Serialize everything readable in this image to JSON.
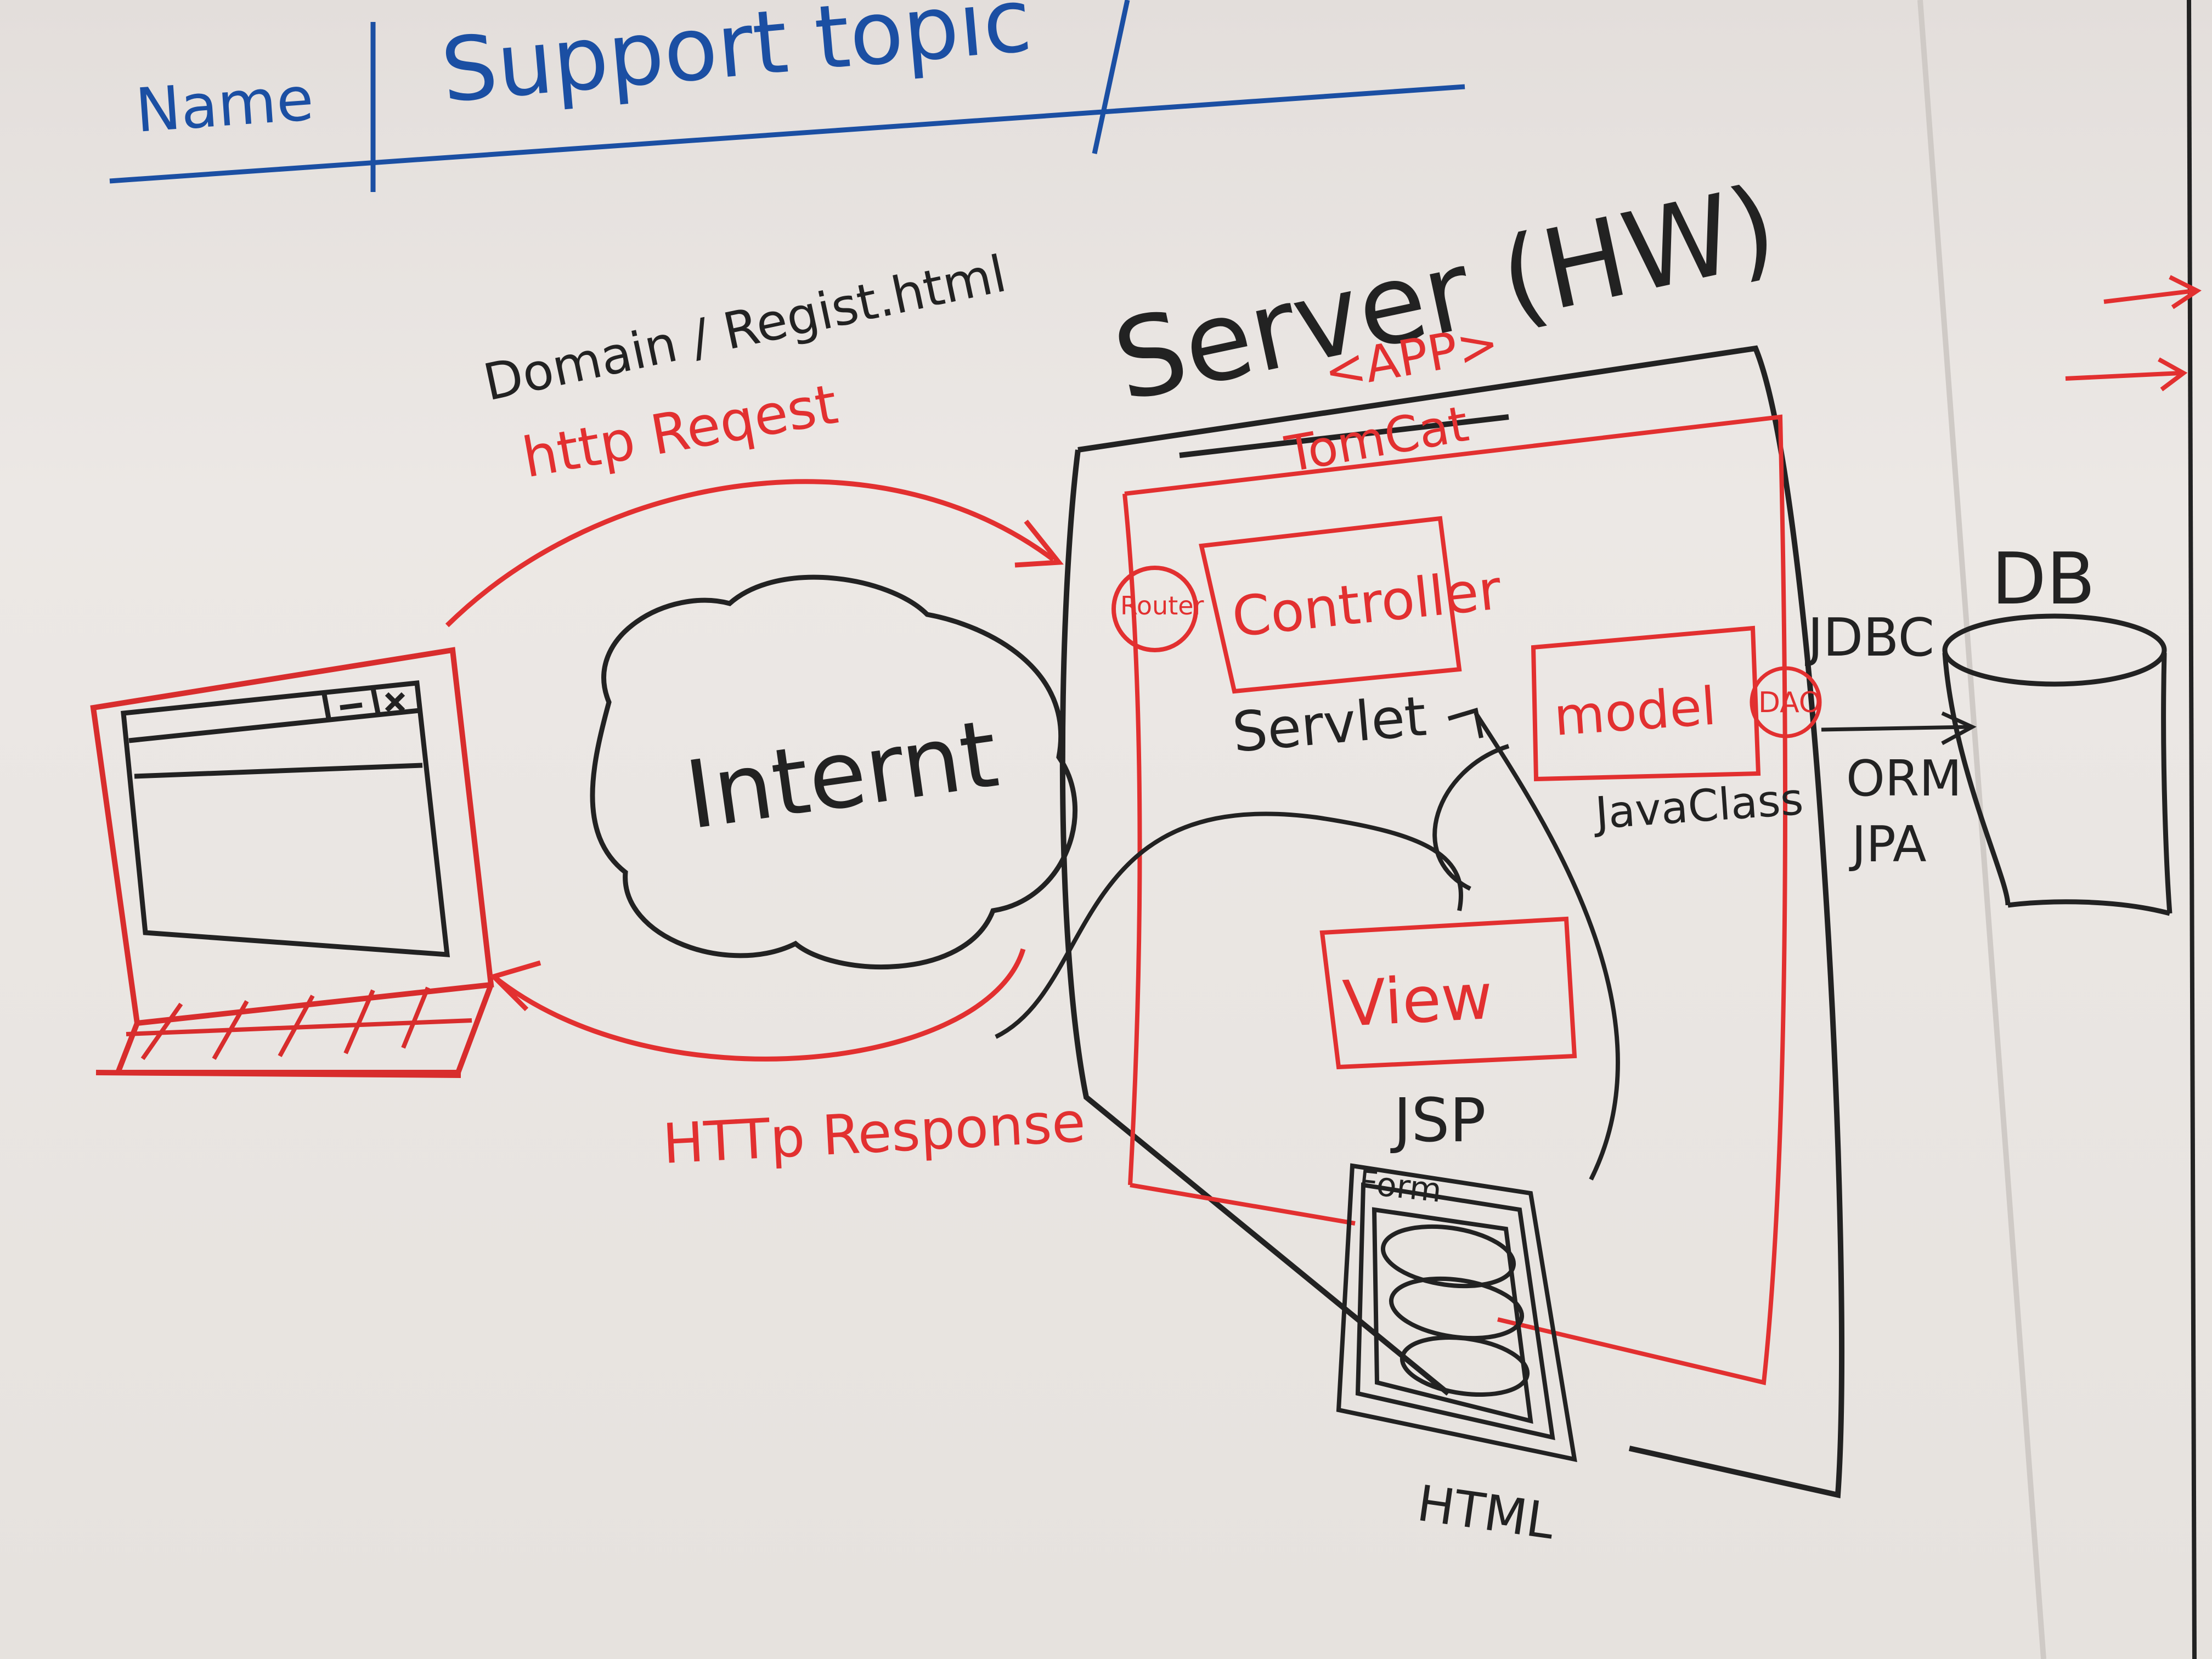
{
  "header": {
    "name_label": "Name",
    "topic_label": "Support topic"
  },
  "request": {
    "url": "Domain / Regist.html",
    "label": "http Reqest"
  },
  "response": {
    "label": "HTTp Response"
  },
  "cloud": {
    "label": "Internt"
  },
  "server": {
    "title": "Server (HW)",
    "app_label": "<APP>",
    "container_label": "TomCat"
  },
  "components": {
    "router": "Router",
    "controller": "Controller",
    "servlet": "Servlet",
    "model": "model",
    "dao": "DAO",
    "java_class": "JavaClass",
    "view": "View",
    "jsp": "JSP",
    "form": "Form",
    "html": "HTML"
  },
  "database": {
    "title": "DB",
    "jdbc": "JDBC",
    "orm": "ORM",
    "jpa": "JPA"
  },
  "colors": {
    "board": "#e9e5e1",
    "ink_black": "#222222",
    "ink_red": "#e23030",
    "ink_blue": "#1b4fa3"
  }
}
